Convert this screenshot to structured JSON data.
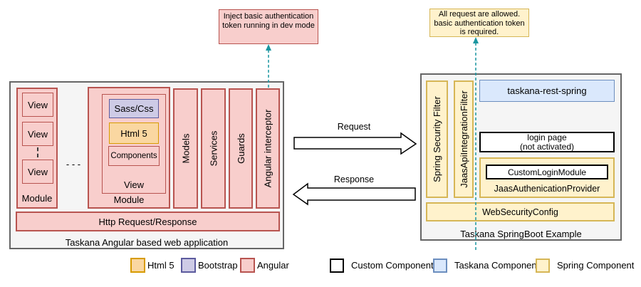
{
  "palette": {
    "angular_fill": "#f8cecc",
    "angular_stroke": "#b85450",
    "html5_fill": "#fad7a1",
    "html5_stroke": "#d79b00",
    "bootstrap_fill": "#cecbe6",
    "bootstrap_stroke": "#5c5b9e",
    "custom_fill": "#ffffff",
    "custom_stroke": "#000000",
    "taskana_fill": "#dae8fc",
    "taskana_stroke": "#6c8ebf",
    "spring_fill": "#fff2cc",
    "spring_stroke": "#d6b656",
    "container_fill": "#f5f5f5",
    "container_stroke": "#666666",
    "connector_color": "#1a96a0"
  },
  "notes": {
    "dev_mode": "Inject basic authentication token running in dev mode",
    "auth_required": "All request are allowed. basic authentication token is required."
  },
  "angular_app": {
    "title": "Taskana Angular based web application",
    "module_list": {
      "label": "Module",
      "views": [
        {
          "label": "View"
        },
        {
          "label": "View"
        },
        {
          "label": "View"
        }
      ]
    },
    "modules_gap": "- - -",
    "module_detail": {
      "label": "Module",
      "view_label": "View",
      "sass": "Sass/Css",
      "html5": "Html 5",
      "components": "Components"
    },
    "layers": [
      {
        "label": "Models"
      },
      {
        "label": "Services"
      },
      {
        "label": "Guards"
      },
      {
        "label": "Angular interceptor"
      }
    ],
    "http_bar": "Http Request/Response"
  },
  "flows": {
    "request": "Request",
    "response": "Response"
  },
  "springboot": {
    "title": "Taskana SpringBoot Example",
    "filters": [
      {
        "label": "Spring Security Filter"
      },
      {
        "label": "JaasApiIntegrationFilter"
      }
    ],
    "taskana_rest": "taskana-rest-spring",
    "login_page": {
      "line1": "login page",
      "line2": "(not activated)"
    },
    "jaas_provider": "JaasAuthenicationProvider",
    "custom_login": "CustomLoginModule",
    "web_security": "WebSecurityConfig"
  },
  "legend": {
    "items": [
      {
        "label": "Html 5"
      },
      {
        "label": "Bootstrap"
      },
      {
        "label": "Angular"
      },
      {
        "label": "Custom Component"
      },
      {
        "label": "Taskana Component"
      },
      {
        "label": "Spring Component"
      }
    ]
  }
}
